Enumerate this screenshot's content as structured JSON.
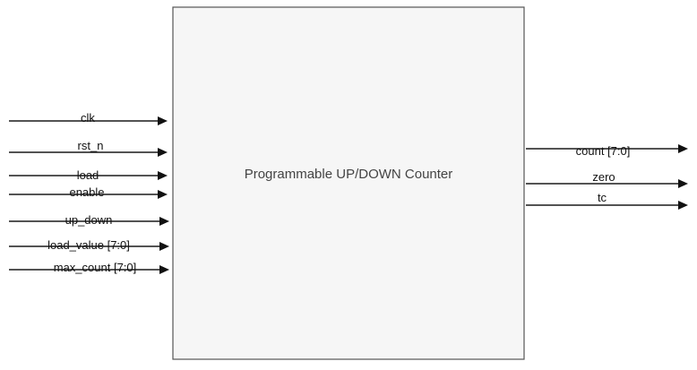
{
  "diagram": {
    "block": {
      "title": "Programmable UP/DOWN Counter"
    },
    "inputs": [
      {
        "name": "clk"
      },
      {
        "name": "rst_n"
      },
      {
        "name": "load"
      },
      {
        "name": "enable"
      },
      {
        "name": "up_down"
      },
      {
        "name": "load_value [7:0]"
      },
      {
        "name": "max_count [7:0]"
      }
    ],
    "outputs": [
      {
        "name": "count [7:0]"
      },
      {
        "name": "zero"
      },
      {
        "name": "tc"
      }
    ]
  }
}
